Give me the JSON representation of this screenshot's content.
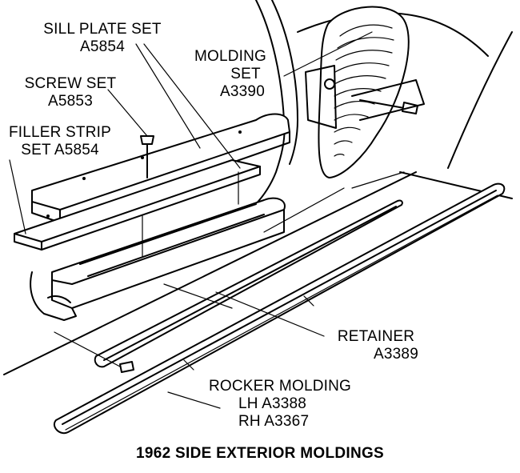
{
  "caption": "1962 SIDE EXTERIOR MOLDINGS",
  "labels": {
    "sill_plate": {
      "line1": "SILL PLATE SET",
      "line2": "A5854"
    },
    "screw_set": {
      "line1": "SCREW SET",
      "line2": "A5853"
    },
    "filler_strip": {
      "line1": "FILLER STRIP",
      "line2": "SET  A5854"
    },
    "molding_set": {
      "line1": "MOLDING",
      "line2": "SET",
      "line3": "A3390"
    },
    "retainer": {
      "line1": "RETAINER",
      "line2": "A3389"
    },
    "rocker_molding": {
      "line1": "ROCKER MOLDING",
      "line2": "LH  A3388",
      "line3": "RH  A3367"
    }
  }
}
